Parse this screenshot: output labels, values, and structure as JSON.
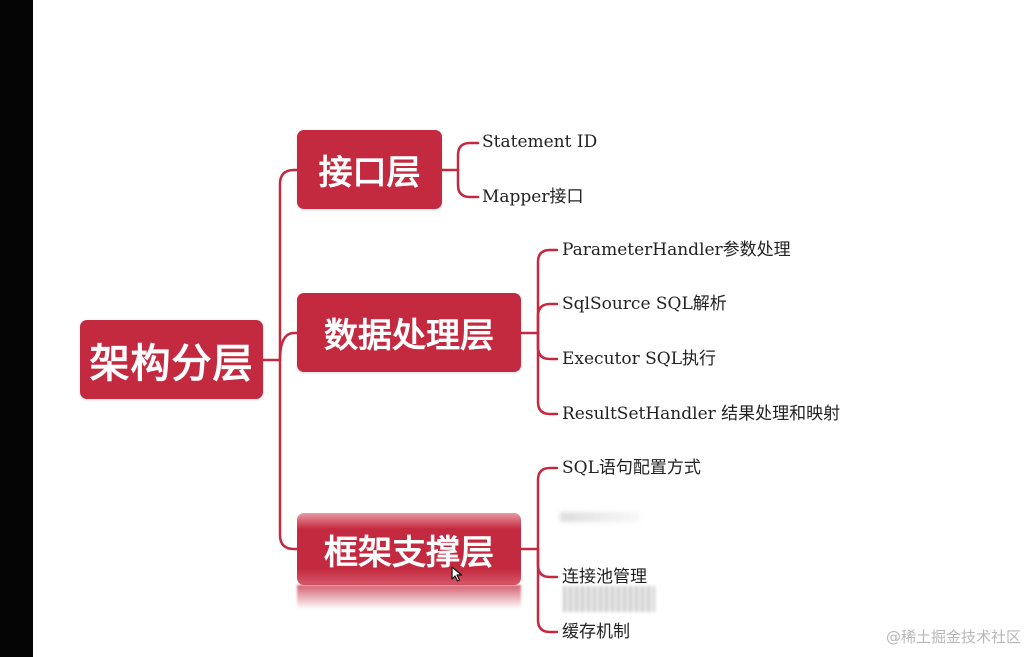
{
  "mindmap": {
    "root": "架构分层",
    "branches": [
      {
        "label": "接口层",
        "leaves": [
          "Statement ID",
          "Mapper接口"
        ]
      },
      {
        "label": "数据处理层",
        "leaves": [
          "ParameterHandler参数处理",
          "SqlSource SQL解析",
          "Executor SQL执行",
          "ResultSetHandler 结果处理和映射"
        ]
      },
      {
        "label": "框架支撑层",
        "leaves": [
          "SQL语句配置方式",
          "连接池管理",
          "缓存机制"
        ]
      }
    ]
  },
  "colors": {
    "node": "#c42a3f",
    "connector": "#c42a3f",
    "leaf_text": "#222222",
    "left_bar": "#050505"
  },
  "icons": {
    "cursor": "mouse-pointer-icon"
  },
  "watermark": "@稀土掘金技术社区"
}
